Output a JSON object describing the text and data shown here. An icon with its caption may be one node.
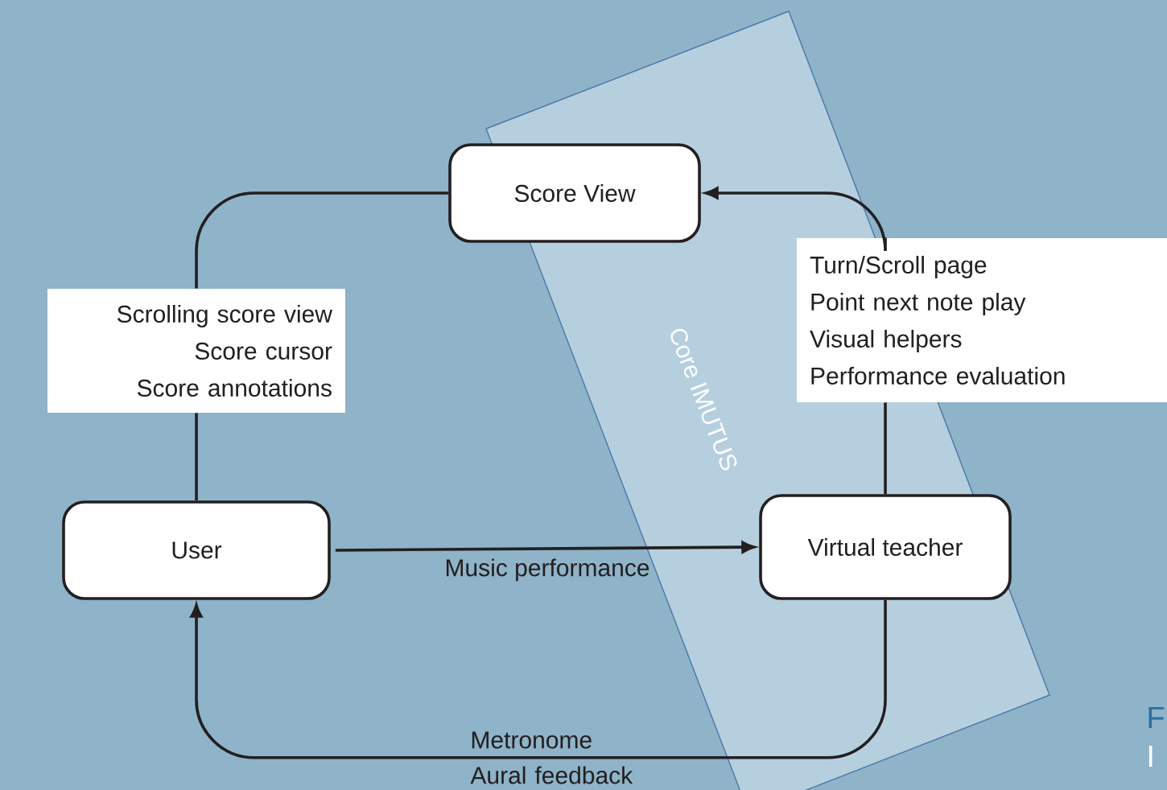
{
  "diagram": {
    "nodes": [
      {
        "text": [
          "Score View"
        ]
      },
      {
        "text": [
          "Scrolling score view",
          "Score cursor",
          "Score annotations"
        ]
      },
      {
        "text": [
          "Turn/Scroll page",
          "Point next note play",
          "Visual helpers",
          "Performance evaluation"
        ]
      },
      {
        "text": [
          "User"
        ]
      },
      {
        "text": [
          "Virtual teacher"
        ]
      }
    ],
    "edges": [
      {
        "from": 3,
        "to": 1,
        "arrow": "none"
      },
      {
        "from": 1,
        "to": 0,
        "arrow": "none"
      },
      {
        "from": 4,
        "to": 2,
        "arrow": "none"
      },
      {
        "from": 2,
        "to": 0,
        "arrow": "to"
      },
      {
        "from": 3,
        "to": 4,
        "arrow": "to",
        "label": "Music performance"
      },
      {
        "from": 4,
        "to": 3,
        "arrow": "to",
        "label": "Metronome Aural feedback"
      }
    ],
    "labels": [
      "Core IMUTUS",
      "F",
      "I"
    ]
  }
}
